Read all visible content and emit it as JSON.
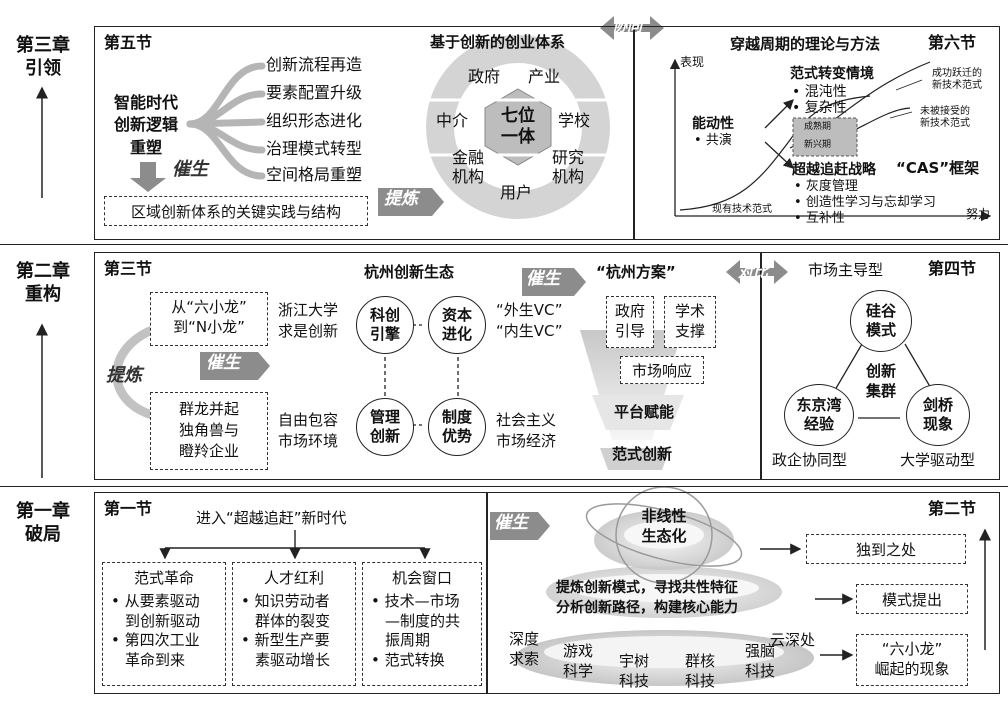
{
  "chapters": {
    "ch3": {
      "title": "第三章",
      "sub": "引领"
    },
    "ch2": {
      "title": "第二章",
      "sub": "重构"
    },
    "ch1": {
      "title": "第一章",
      "sub": "破局"
    }
  },
  "sec5": {
    "label": "第五节",
    "core": [
      "智能时代",
      "创新逻辑",
      "重塑"
    ],
    "branches": [
      "创新流程再造",
      "要素配置升级",
      "组织形态进化",
      "治理模式转型",
      "空间格局重塑"
    ],
    "cuisheng": "催生",
    "bottom_box": "区域创新体系的关键实践与结构"
  },
  "system": {
    "title": "基于创新的创业体系",
    "center": [
      "七位",
      "一体"
    ],
    "items": [
      "政府",
      "产业",
      "学校",
      "研究机构",
      "用户",
      "金融机构",
      "中介"
    ],
    "item_lines": {
      "research": [
        "研究",
        "机构"
      ],
      "finance": [
        "金融",
        "机构"
      ]
    },
    "tilian": "提炼",
    "xietong": "协同"
  },
  "sec6": {
    "label": "第六节",
    "title": "穿越周期的理论与方法",
    "y_axis": "表现",
    "x_axis": "努力",
    "paradigm_title": "范式转变情境",
    "paradigm_items": [
      "混沌性",
      "复杂性"
    ],
    "agency_title": "能动性",
    "agency_items": [
      "共演"
    ],
    "catchup_title": "超越追赶战略",
    "catchup_items": [
      "灰度管理",
      "创造性学习与忘却学习",
      "互补性"
    ],
    "cas": "“CAS”框架",
    "curve_labels": {
      "success": [
        "成功跃迁的",
        "新技术范式"
      ],
      "unaccepted": [
        "未被接受的",
        "新技术范式"
      ],
      "existing": "现有技术范式",
      "mature": "成熟期",
      "emerging": "新兴期"
    }
  },
  "sec3": {
    "label": "第三节",
    "title": "杭州创新生态",
    "box_top": [
      "从“六小龙”",
      "到“N小龙”"
    ],
    "box_bottom": [
      "群龙并起",
      "独角兽与",
      "瞪羚企业"
    ],
    "tilian": "提炼",
    "cuisheng": "催生",
    "left_top": [
      "浙江大学",
      "求是创新"
    ],
    "left_bottom": [
      "自由包容",
      "市场环境"
    ],
    "right_top": [
      "“外生VC”",
      "“内生VC”"
    ],
    "right_bottom": [
      "社会主义",
      "市场经济"
    ],
    "circles": {
      "kc": [
        "科创",
        "引擎"
      ],
      "zb": [
        "资本",
        "进化"
      ],
      "gl": [
        "管理",
        "创新"
      ],
      "zd": [
        "制度",
        "优势"
      ]
    }
  },
  "hangzhou": {
    "cuisheng": "催生",
    "title": "“杭州方案”",
    "gov": [
      "政府",
      "引导"
    ],
    "acad": [
      "学术",
      "支撑"
    ],
    "market": "市场响应",
    "platform": "平台赋能",
    "paradigm": "范式创新",
    "duibi": "对比"
  },
  "sec4": {
    "label": "第四节",
    "market_led": "市场主导型",
    "silicon": [
      "硅谷",
      "模式"
    ],
    "cluster": [
      "创新",
      "集群"
    ],
    "tokyo": [
      "东京湾",
      "经验"
    ],
    "cambridge": [
      "剑桥",
      "现象"
    ],
    "gov_ent": "政企协同型",
    "univ": "大学驱动型"
  },
  "sec1": {
    "label": "第一节",
    "title": "进入“超越追赶”新时代",
    "cols": [
      {
        "head": "范式革命",
        "items": [
          [
            "从要素驱动",
            "到创新驱动"
          ],
          [
            "第四次工业",
            "革命到来"
          ]
        ]
      },
      {
        "head": "人才红利",
        "items": [
          [
            "知识劳动者",
            "群体的裂变"
          ],
          [
            "新型生产要",
            "素驱动增长"
          ]
        ]
      },
      {
        "head": "机会窗口",
        "items": [
          [
            "技术—市场",
            "—制度的共",
            "振周期"
          ],
          [
            "范式转换"
          ]
        ]
      }
    ]
  },
  "sec2": {
    "label": "第二节",
    "cuisheng": "催生",
    "top": [
      "非线性",
      "生态化"
    ],
    "mid1": "提炼创新模式，寻找共性特征",
    "mid2": "分析创新路径，构建核心能力",
    "depth": [
      "深度",
      "求索"
    ],
    "cloud": "云深处",
    "companies": [
      [
        "游戏",
        "科学"
      ],
      [
        "宇树",
        "科技"
      ],
      [
        "群核",
        "科技"
      ],
      [
        "强脑",
        "科技"
      ]
    ],
    "right_boxes": {
      "unique": "独到之处",
      "model": "模式提出",
      "phenom": [
        "“六小龙”",
        "崛起的现象"
      ]
    }
  },
  "colors": {
    "line": "#222222",
    "arrow_fill": "#8c8c8c",
    "ring": "#d4d4d4"
  }
}
